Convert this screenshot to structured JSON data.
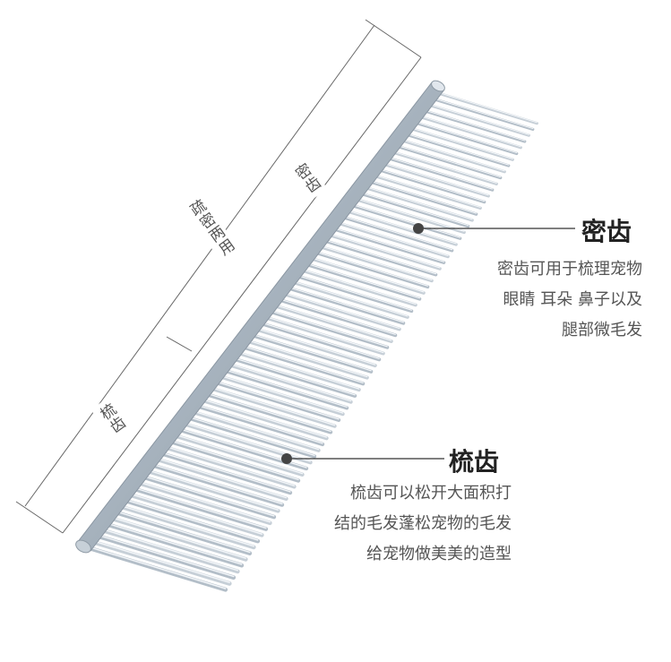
{
  "dimension_labels": {
    "total": "疏密两用",
    "fine_section": "密齿",
    "coarse_section": "梳齿"
  },
  "callouts": {
    "fine": {
      "title": "密齿",
      "lines": [
        "密齿可用于梳理宠物",
        "眼睛 耳朵 鼻子以及",
        "腿部微毛发"
      ]
    },
    "coarse": {
      "title": "梳齿",
      "lines": [
        "梳齿可以松开大面积打",
        "结的毛发蓬松宠物的毛发",
        "给宠物做美美的造型"
      ]
    }
  },
  "colors": {
    "background": "#ffffff",
    "metal": "#b9c3cc",
    "leader": "#333333"
  }
}
